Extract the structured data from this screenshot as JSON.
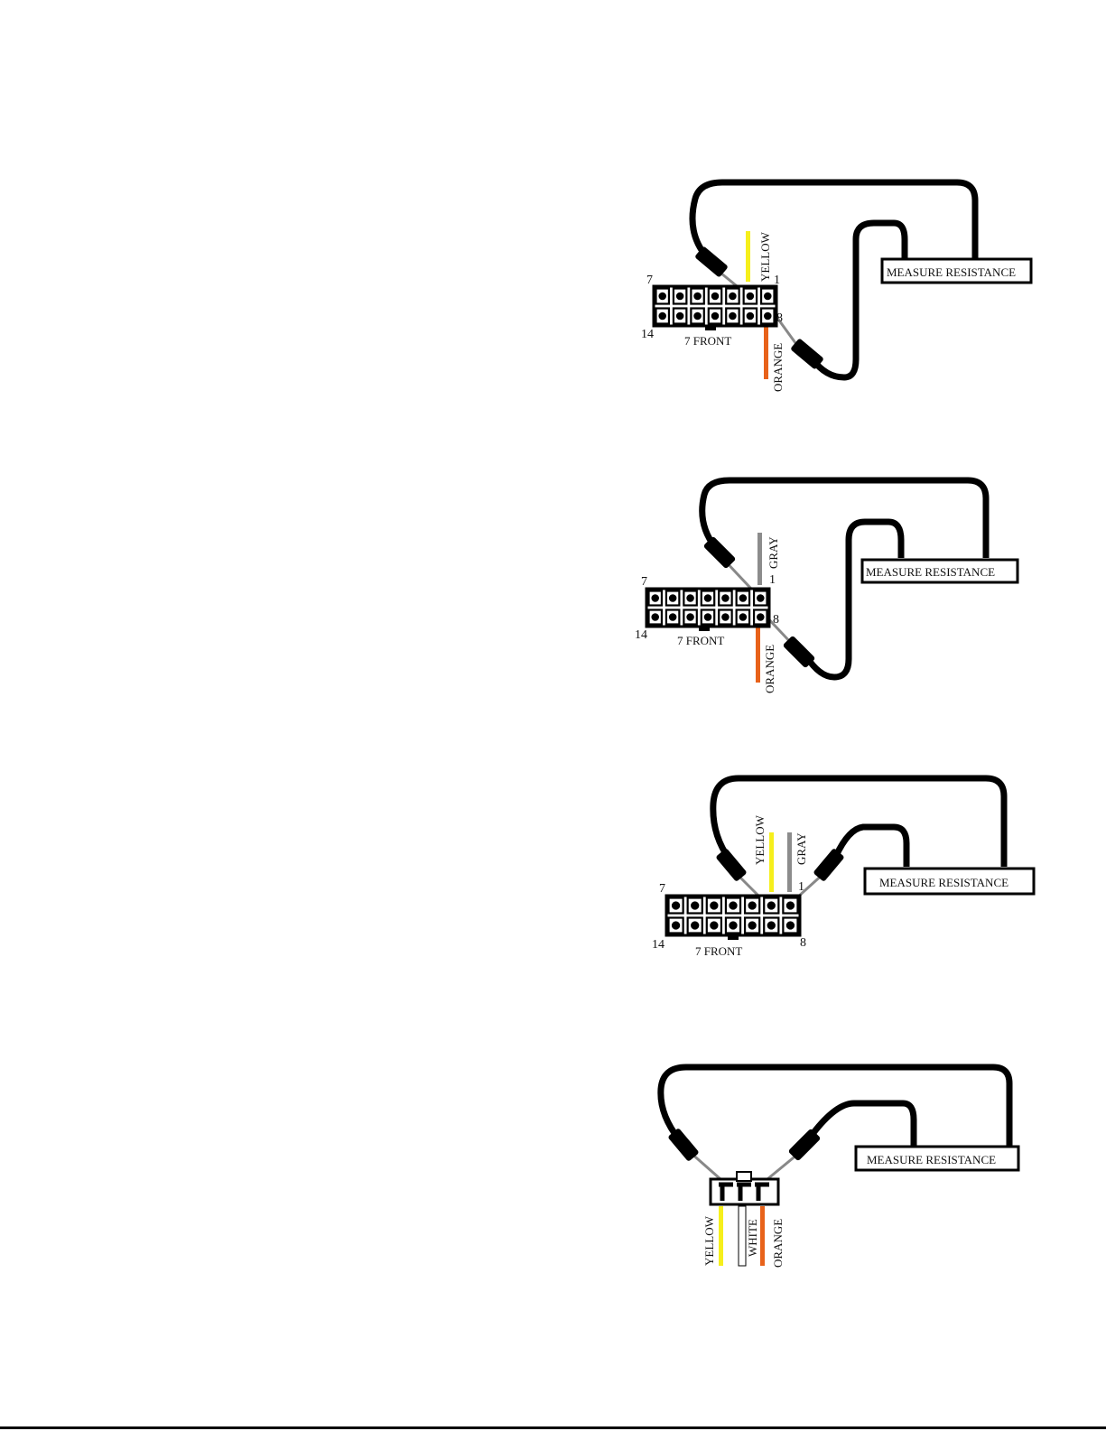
{
  "colors": {
    "yellow": "#f6ef1c",
    "orange": "#e8621a",
    "gray": "#8c8c8c",
    "white": "#ffffff",
    "cable": "#000000"
  },
  "diagrams": [
    {
      "label": "MEASURE RESISTANCE",
      "pin_top_left": "7",
      "pin_top_right": "1",
      "pin_bottom_left": "14",
      "pin_bottom_right": "8",
      "front_label": "7 FRONT",
      "wires": [
        {
          "name": "YELLOW",
          "color": "yellow"
        },
        {
          "name": "ORANGE",
          "color": "orange"
        }
      ]
    },
    {
      "label": "MEASURE RESISTANCE",
      "pin_top_left": "7",
      "pin_top_right": "1",
      "pin_bottom_left": "14",
      "pin_bottom_right": "8",
      "front_label": "7 FRONT",
      "wires": [
        {
          "name": "GRAY",
          "color": "gray"
        },
        {
          "name": "ORANGE",
          "color": "orange"
        }
      ]
    },
    {
      "label": "MEASURE RESISTANCE",
      "pin_top_left": "7",
      "pin_top_right": "1",
      "pin_bottom_left": "14",
      "pin_bottom_right": "8",
      "front_label": "7 FRONT",
      "wires": [
        {
          "name": "YELLOW",
          "color": "yellow"
        },
        {
          "name": "GRAY",
          "color": "gray"
        }
      ]
    },
    {
      "label": "MEASURE RESISTANCE",
      "wires": [
        {
          "name": "YELLOW",
          "color": "yellow"
        },
        {
          "name": "WHITE",
          "color": "white"
        },
        {
          "name": "ORANGE",
          "color": "orange"
        }
      ]
    }
  ]
}
